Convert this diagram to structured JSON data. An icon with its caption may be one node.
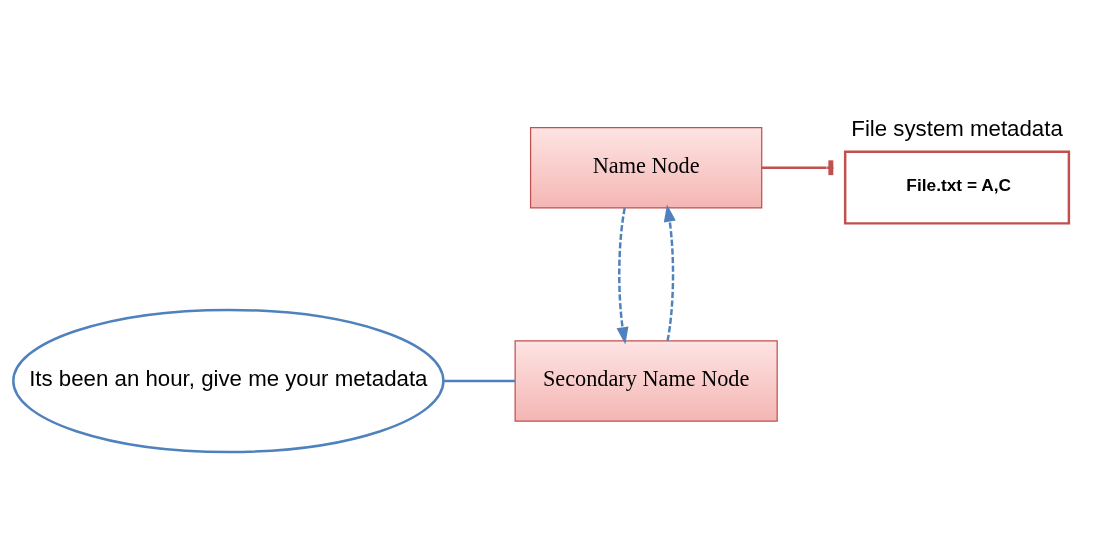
{
  "diagram": {
    "nodes": [
      {
        "text": [
          "Name Node"
        ]
      },
      {
        "text": [
          "File system metadata",
          "File.txt = A,C"
        ]
      },
      {
        "text": [
          "Secondary Name Node"
        ]
      },
      {
        "text": [
          "Its been an hour, give me your metadata"
        ]
      }
    ],
    "edges": [
      {
        "from": 0,
        "to": 1,
        "arrow": "other",
        "color": "#c0504d"
      },
      {
        "from": 2,
        "to": 0,
        "arrow": "to",
        "style": "dashed"
      },
      {
        "from": 0,
        "to": 2,
        "arrow": "to",
        "style": "dashed"
      },
      {
        "from": 3,
        "to": 2,
        "arrow": "none"
      }
    ]
  }
}
